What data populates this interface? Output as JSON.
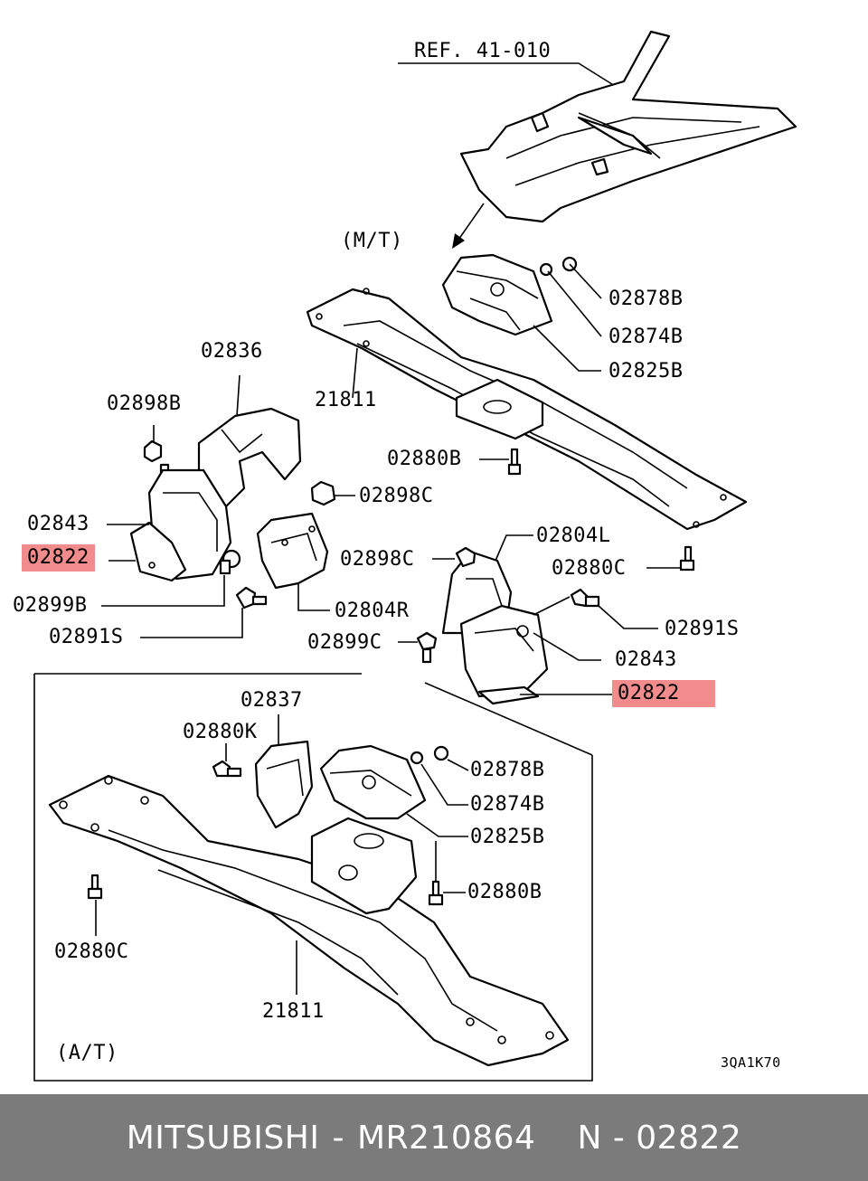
{
  "reference": "REF. 41-010",
  "variant_mt": "(M/T)",
  "variant_at": "(A/T)",
  "figure_code": "3QA1K70",
  "labels": {
    "p02878B_mt": "02878B",
    "p02874B_mt": "02874B",
    "p02825B_mt": "02825B",
    "p21811_mt": "21811",
    "p02836": "02836",
    "p02898B": "02898B",
    "p02880B_mt": "02880B",
    "p02898C_a": "02898C",
    "p02843_l": "02843",
    "p02822_l": "02822",
    "p02899B": "02899B",
    "p02804R": "02804R",
    "p02891S_l": "02891S",
    "p02804L": "02804L",
    "p02898C_b": "02898C",
    "p02880C_r": "02880C",
    "p02891S_r": "02891S",
    "p02899C": "02899C",
    "p02843_r": "02843",
    "p02822_r": "02822",
    "p02837": "02837",
    "p02880K": "02880K",
    "p02878B_at": "02878B",
    "p02874B_at": "02874B",
    "p02825B_at": "02825B",
    "p02880B_at": "02880B",
    "p02880C_at": "02880C",
    "p21811_at": "21811"
  },
  "highlight_color": "#f28b8b",
  "footer": {
    "brand": "MITSUBISHI",
    "part_number": "MR210864",
    "ref_number": "N - 02822",
    "separator": "-"
  }
}
